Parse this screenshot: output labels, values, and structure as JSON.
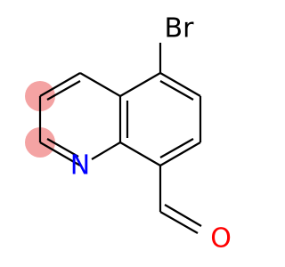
{
  "molecule": {
    "atoms": {
      "br": {
        "label": "Br",
        "color": "#000000"
      },
      "n": {
        "label": "N",
        "color": "#0000ff"
      },
      "o": {
        "label": "O",
        "color": "#ff0000"
      }
    },
    "highlight_color": "#f4a3a3"
  }
}
